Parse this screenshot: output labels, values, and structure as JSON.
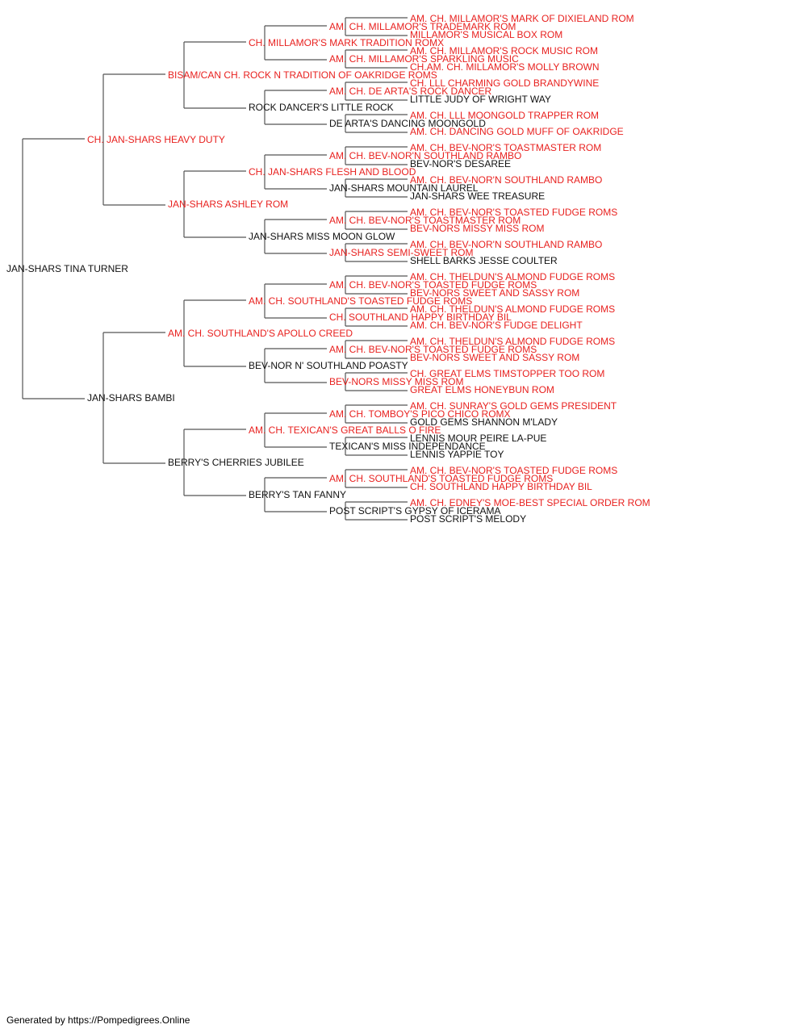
{
  "colors": {
    "titled": "#e8211f",
    "untitled": "#111111",
    "line": "#555555"
  },
  "footer": "Generated by https://Pompedigrees.Online",
  "pedigree": [
    {
      "name": "JAN-SHARS TINA TURNER",
      "red": false
    },
    {
      "name": "CH. JAN-SHARS HEAVY DUTY",
      "red": true
    },
    {
      "name": "JAN-SHARS BAMBI",
      "red": false
    },
    {
      "name": "BISAM/CAN CH. ROCK N TRADITION OF OAKRIDGE ROMS",
      "red": true
    },
    {
      "name": "JAN-SHARS ASHLEY ROM",
      "red": true
    },
    {
      "name": "AM. CH. SOUTHLAND'S APOLLO CREED",
      "red": true
    },
    {
      "name": "BERRY'S CHERRIES JUBILEE",
      "red": false
    },
    {
      "name": "CH. MILLAMOR'S MARK TRADITION ROMX",
      "red": true
    },
    {
      "name": "ROCK DANCER'S LITTLE ROCK",
      "red": false
    },
    {
      "name": "CH. JAN-SHARS FLESH AND BLOOD",
      "red": true
    },
    {
      "name": "JAN-SHARS MISS MOON GLOW",
      "red": false
    },
    {
      "name": "AM. CH. SOUTHLAND'S TOASTED FUDGE ROMS",
      "red": true
    },
    {
      "name": "BEV-NOR N' SOUTHLAND POASTY",
      "red": false
    },
    {
      "name": "AM. CH. TEXICAN'S GREAT BALLS O FIRE",
      "red": true
    },
    {
      "name": "BERRY'S TAN FANNY",
      "red": false
    },
    {
      "name": "AM. CH. MILLAMOR'S TRADEMARK ROM",
      "red": true
    },
    {
      "name": "AM. CH. MILLAMOR'S SPARKLING MUSIC",
      "red": true
    },
    {
      "name": "AM. CH. DE ARTA'S ROCK DANCER",
      "red": true
    },
    {
      "name": "DE ARTA'S DANCING MOONGOLD",
      "red": false
    },
    {
      "name": "AM. CH. BEV-NOR'N SOUTHLAND RAMBO",
      "red": true
    },
    {
      "name": "JAN-SHARS MOUNTAIN LAUREL",
      "red": false
    },
    {
      "name": "AM. CH. BEV-NOR'S TOASTMASTER ROM",
      "red": true
    },
    {
      "name": "JAN-SHARS SEMI-SWEET ROM",
      "red": true
    },
    {
      "name": "AM. CH. BEV-NOR'S TOASTED FUDGE ROMS",
      "red": true
    },
    {
      "name": "CH. SOUTHLAND HAPPY BIRTHDAY BIL",
      "red": true
    },
    {
      "name": "AM. CH. BEV-NOR'S TOASTED FUDGE ROMS",
      "red": true
    },
    {
      "name": "BEV-NORS MISSY MISS ROM",
      "red": true
    },
    {
      "name": "AM. CH. TOMBOY'S PICO CHICO ROMX",
      "red": true
    },
    {
      "name": "TEXICAN'S MISS INDEPENDANCE",
      "red": false
    },
    {
      "name": "AM. CH. SOUTHLAND'S TOASTED FUDGE ROMS",
      "red": true
    },
    {
      "name": "POST SCRIPT'S GYPSY OF ICERAMA",
      "red": false
    },
    {
      "name": "AM. CH. MILLAMOR'S MARK OF DIXIELAND ROM",
      "red": true
    },
    {
      "name": "MILLAMOR'S MUSICAL BOX ROM",
      "red": true
    },
    {
      "name": "AM. CH. MILLAMOR'S ROCK MUSIC ROM",
      "red": true
    },
    {
      "name": "CH.AM. CH. MILLAMOR'S MOLLY BROWN",
      "red": true
    },
    {
      "name": "CH. LLL CHARMING GOLD BRANDYWINE",
      "red": true
    },
    {
      "name": "LITTLE JUDY OF WRIGHT WAY",
      "red": false
    },
    {
      "name": "AM. CH. LLL MOONGOLD TRAPPER ROM",
      "red": true
    },
    {
      "name": "AM. CH. DANCING GOLD MUFF OF OAKRIDGE",
      "red": true
    },
    {
      "name": "AM. CH. BEV-NOR'S TOASTMASTER ROM",
      "red": true
    },
    {
      "name": "BEV-NOR'S DESAREE",
      "red": false
    },
    {
      "name": "AM. CH. BEV-NOR'N SOUTHLAND RAMBO",
      "red": true
    },
    {
      "name": "JAN-SHARS WEE TREASURE",
      "red": false
    },
    {
      "name": "AM. CH. BEV-NOR'S TOASTED FUDGE ROMS",
      "red": true
    },
    {
      "name": "BEV-NORS MISSY MISS ROM",
      "red": true
    },
    {
      "name": "AM. CH. BEV-NOR'N SOUTHLAND RAMBO",
      "red": true
    },
    {
      "name": "SHELL BARKS JESSE COULTER",
      "red": false
    },
    {
      "name": "AM. CH. THELDUN'S ALMOND FUDGE ROMS",
      "red": true
    },
    {
      "name": "BEV-NORS SWEET AND SASSY ROM",
      "red": true
    },
    {
      "name": "AM. CH. THELDUN'S ALMOND FUDGE ROMS",
      "red": true
    },
    {
      "name": "AM. CH. BEV-NOR'S FUDGE DELIGHT",
      "red": true
    },
    {
      "name": "AM. CH. THELDUN'S ALMOND FUDGE ROMS",
      "red": true
    },
    {
      "name": "BEV-NORS SWEET AND SASSY ROM",
      "red": true
    },
    {
      "name": "CH. GREAT ELMS TIMSTOPPER TOO ROM",
      "red": true
    },
    {
      "name": "GREAT ELMS HONEYBUN ROM",
      "red": true
    },
    {
      "name": "AM. CH. SUNRAY'S GOLD GEMS PRESIDENT",
      "red": true
    },
    {
      "name": "GOLD GEMS SHANNON M'LADY",
      "red": false
    },
    {
      "name": "LENNIS MOUR PEIRE LA-PUE",
      "red": false
    },
    {
      "name": "LENNIS YAPPIE TOY",
      "red": false
    },
    {
      "name": "AM. CH. BEV-NOR'S TOASTED FUDGE ROMS",
      "red": true
    },
    {
      "name": "CH. SOUTHLAND HAPPY BIRTHDAY BIL",
      "red": true
    },
    {
      "name": "AM. CH. EDNEY'S MOE-BEST SPECIAL ORDER ROM",
      "red": true
    },
    {
      "name": "POST SCRIPT'S MELODY",
      "red": false
    }
  ]
}
